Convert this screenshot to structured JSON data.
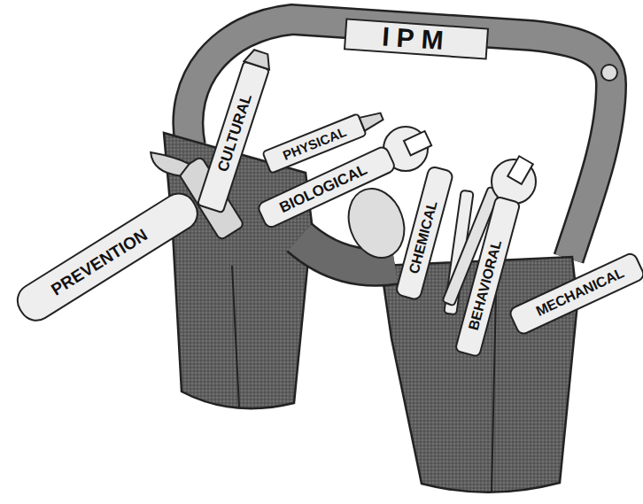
{
  "diagram": {
    "labels": [
      "IPM",
      "PREVENTION",
      "CULTURAL",
      "PHYSICAL",
      "BIOLOGICAL",
      "CHEMICAL",
      "BEHAVIORAL",
      "MECHANICAL"
    ]
  }
}
